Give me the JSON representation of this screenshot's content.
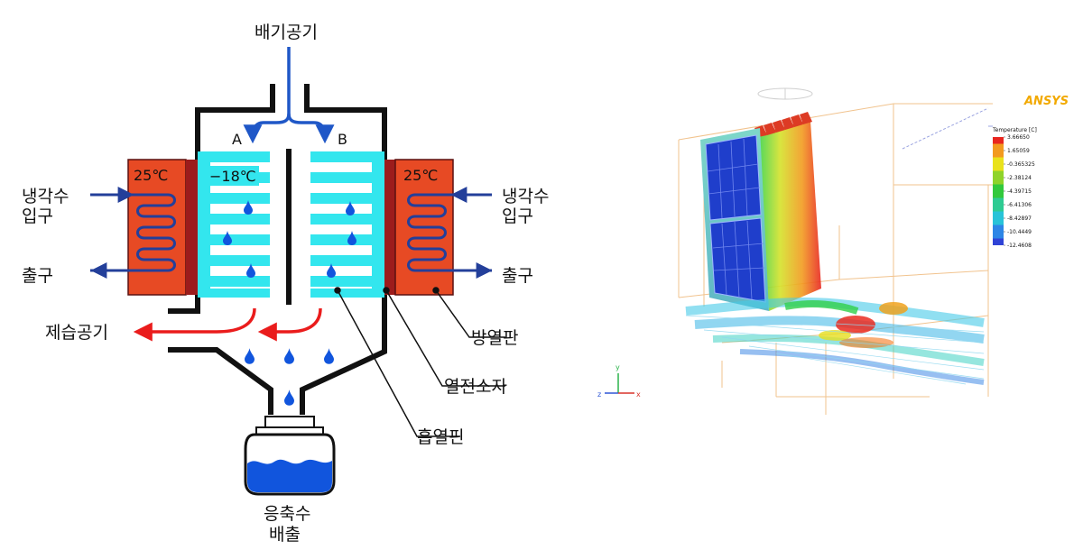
{
  "labels": {
    "exhaust_air": "배기공기",
    "a": "A",
    "b": "B",
    "temp_left": "25℃",
    "temp_mid": "−18℃",
    "temp_right": "25℃",
    "coolant_inlet": "냉각수\n입구",
    "coolant_inlet_right": "냉각수\n입구",
    "outlet_left": "출구",
    "outlet_right": "출구",
    "dehumid_air": "제습공기",
    "heat_sink": "방열판",
    "thermoelectric": "열전소자",
    "heat_absorb_fin": "흡열핀",
    "condensate_drain": "응축수\n배출"
  },
  "sim": {
    "logo": "ANSYS",
    "legend_title": "Temperature [C]",
    "legend_values": [
      "3.66650",
      "1.65059",
      "-0.365325",
      "-2.38124",
      "-4.39715",
      "-6.41306",
      "-8.42897",
      "-10.4449",
      "-12.4608"
    ],
    "legend_colors": [
      "#e8261f",
      "#f29a1f",
      "#e9e21c",
      "#8fd32a",
      "#32c93c",
      "#2ecb92",
      "#28c3d8",
      "#2d86e6",
      "#2f43d6"
    ],
    "axis_x": "x",
    "axis_y": "y",
    "axis_z": "z"
  },
  "colors": {
    "heatsink": "#e74a24",
    "heatsink_dark": "#9c1c1c",
    "fin": "#33e6ee",
    "water": "#1155dd",
    "arrow_blue": "#1f57c7",
    "arrow_red": "#ea1c1c",
    "wall": "#111111"
  }
}
